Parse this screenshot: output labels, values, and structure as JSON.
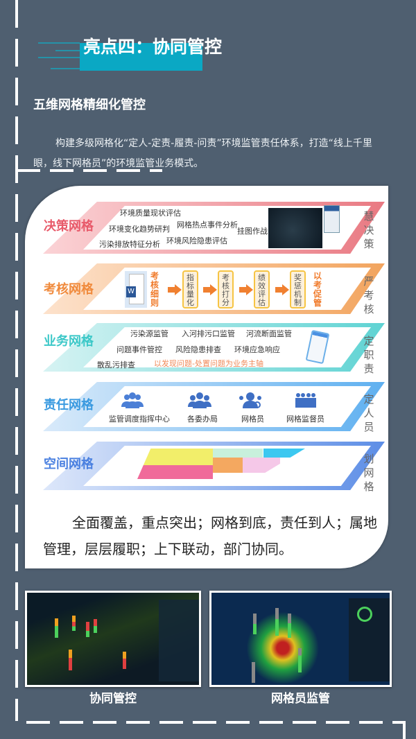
{
  "header": {
    "title": "亮点四：协同管控"
  },
  "section": {
    "title": "五维网格精细化管控",
    "description": "构建多级网格化“定人-定责-履责-问责”环境监管责任体系，打造“线上千里眼，线下网格员”的环境监管业务模式。"
  },
  "grids": [
    {
      "label": "决策网格",
      "side": "慧决策",
      "color": "#e85a6a",
      "items": [
        "环境质量现状评估",
        "环境变化趋势研判",
        "网格热点事件分析",
        "挂图作战",
        "污染排放特征分析",
        "环境风险隐患评估"
      ]
    },
    {
      "label": "考核网格",
      "side": "严考核",
      "color": "#f08a3c",
      "start": "考核细则",
      "steps": [
        "指标量化",
        "考核打分",
        "绩效评估",
        "奖惩机制"
      ],
      "end": "以考促管"
    },
    {
      "label": "业务网格",
      "side": "定职责",
      "color": "#3cc8c8",
      "items": [
        "污染源监管",
        "入河排污口监管",
        "河流断面监管",
        "问题事件管控",
        "风险隐患排查",
        "环境应急响应",
        "散乱污排查"
      ],
      "note": "以发现问题-处置问题为业务主轴"
    },
    {
      "label": "责任网格",
      "side": "定人员",
      "color": "#3a9ae0",
      "roles": [
        "监管调度指挥中心",
        "各委办局",
        "网格员",
        "网格监督员"
      ]
    },
    {
      "label": "空间网格",
      "side": "划网格",
      "color": "#4a80e0"
    }
  ],
  "summary": "全面覆盖，重点突出；网格到底，责任到人；属地管理，层层履职；上下联动，部门协同。",
  "screenshots": [
    {
      "caption": "协同管控"
    },
    {
      "caption": "网格员监管"
    }
  ]
}
